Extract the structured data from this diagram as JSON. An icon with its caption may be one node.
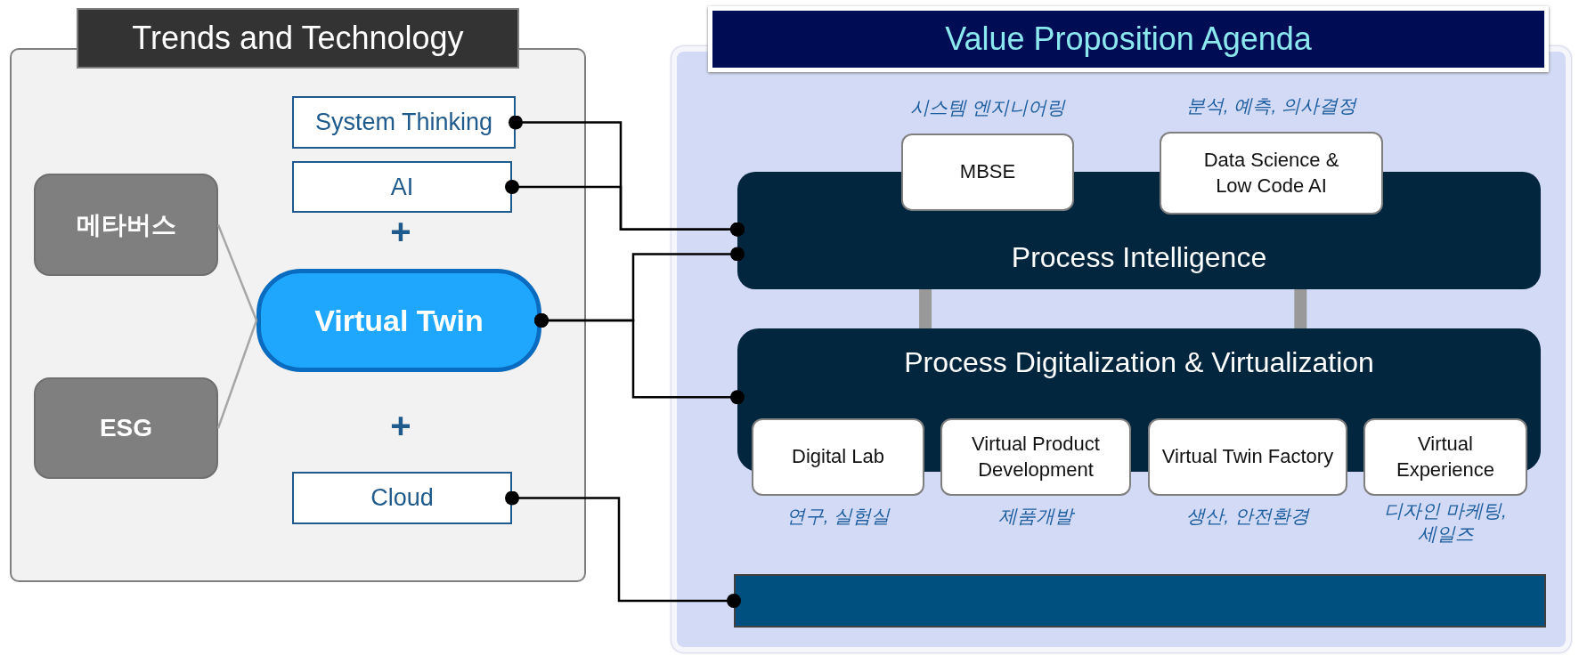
{
  "diagram": {
    "nodes": [
      {
        "text": [
          "Trends and Technology"
        ]
      },
      {
        "text": [
          "System Thinking"
        ],
        "in": 0
      },
      {
        "text": [
          "AI"
        ],
        "in": 0
      },
      {
        "text": [
          "메타버스"
        ],
        "in": 0
      },
      {
        "text": [
          "Virtual Twin"
        ],
        "in": 0
      },
      {
        "text": [
          "ESG"
        ],
        "in": 0
      },
      {
        "text": [
          "Cloud"
        ],
        "in": 0
      },
      {
        "text": [
          "Value Proposition Agenda"
        ]
      },
      {
        "text": [
          "Process Intelligence"
        ],
        "in": 7
      },
      {
        "text": [
          "MBSE"
        ],
        "in": 7,
        "beside": [
          "시스템 엔지니어링"
        ]
      },
      {
        "text": [
          "Data Science & Low Code AI"
        ],
        "in": 7,
        "beside": [
          "분석, 예측, 의사결정"
        ]
      },
      {
        "text": [
          "Process Digitalization & Virtualization"
        ],
        "in": 7
      },
      {
        "text": [
          "Digital Lab"
        ],
        "in": 7,
        "beside": [
          "연구, 실험실"
        ]
      },
      {
        "text": [
          "Virtual Product Development"
        ],
        "in": 7,
        "beside": [
          "제품개발"
        ]
      },
      {
        "text": [
          "Virtual Twin Factory"
        ],
        "in": 7,
        "beside": [
          "생산, 안전환경"
        ]
      },
      {
        "text": [
          "Virtual Experience"
        ],
        "in": 7,
        "beside": [
          "디자인 마케팅, 세일즈"
        ]
      },
      {
        "text": [],
        "shape": "bar",
        "in": 7
      }
    ],
    "edges": [
      {
        "from": 3,
        "to": 4,
        "arrow": "none",
        "color": "#a6a6a6"
      },
      {
        "from": 5,
        "to": 4,
        "arrow": "none",
        "color": "#a6a6a6"
      },
      {
        "from": 1,
        "to": 8,
        "arrow": "other"
      },
      {
        "from": 2,
        "to": 8,
        "arrow": "other"
      },
      {
        "from": 4,
        "to": 8,
        "arrow": "other"
      },
      {
        "from": 4,
        "to": 11,
        "arrow": "other"
      },
      {
        "from": 6,
        "to": 16,
        "arrow": "other"
      },
      {
        "from": 8,
        "to": 11,
        "arrow": "none",
        "style": "thick",
        "color": "#999999"
      },
      {
        "from": 8,
        "to": 11,
        "arrow": "none",
        "style": "thick",
        "color": "#999999"
      }
    ],
    "labels": [
      "+",
      "+"
    ]
  }
}
